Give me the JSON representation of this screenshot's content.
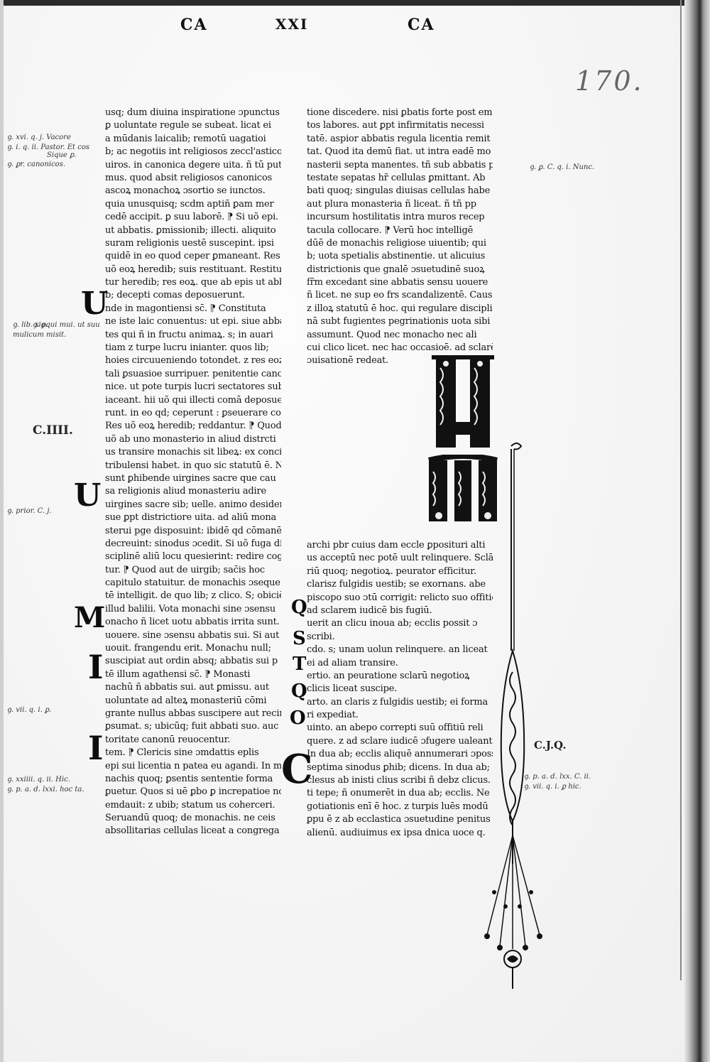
{
  "header": {
    "left": "CA",
    "center": "XXI",
    "right": "CA"
  },
  "folio_number": "170.",
  "section_markers": {
    "c_iiii": "C.IIII.",
    "c_j": "C.J.Q."
  },
  "left_column_lines": [
    "usq; dum diuina inspiratione ɔpunctus",
    "ꝑ uoluntate regule se subeat. licat ei",
    "a mūdanis laicalib; remotū uagatioi",
    "b; ac negotiis int religiosos zeccl'asticos",
    "uiros. in canonica degere uita. ñ tū puta",
    "mus. quod absit religiosos canonicos",
    "ascoꝝ monachoꝝ ɔsortio se iunctos.",
    "quia unusquisq; scdm aptiñ ꝑam mer",
    "cedē accipit. ꝑ suu laborē. ⁋ Si uõ epi.",
    "ut abbatis. ꝑmissionib; illecti. aliquito",
    "suram religionis uestē suscepint. ipsi",
    "quidē in eo quod ceper ꝑmaneant. Res",
    "uõ eoꝝ heredib; suis restituant. Restitua",
    "tur heredib; res eoꝝ. que ab epis ut abbati",
    "b; decepti comas deposuerunt.",
    "nde in magontiensi sc̄. ⁋ Constituta",
    "ne iste laic conuentus: ut epi. siue abba",
    "tes qui ñ in fructu animaꝝ. s; in auari",
    "tiam z turpe lucru inianter. quos lib;",
    "hoies circuueniendo totondet. z res eoꝝ",
    "tali ꝑsuasioe surripuer. penitentie cano",
    "nice. ut pote turpis lucri sectatores sub",
    "iaceant. hii uõ qui illecti comā deposue",
    "runt. in eo qd; ceperunt : ꝑseuerare cogāt.",
    "Res uõ eoꝝ heredib; reddantur. ⁋ Quod",
    "uõ ab uno monasterio in aliud distrcti",
    "us transire monachis sit libeꝝ: ex concilio",
    "tribulensi habet. in quo sic statutū ē. Nõ",
    "sunt ꝑhibende uirgines sacre que cau",
    "sa religionis aliud monasteriu adire",
    "uirgines sacre sib; uelle. animo desiderant.",
    "sue ꝑpt districtiore uita. ad aliū mona",
    "sterui pge disposuint: ibidē qd cōmanē",
    "decreuint: sinodus ɔcedit. Si uõ fuga di",
    "sciplinē aliū locu quesierint: redire cogā",
    "tur. ⁋ Quod aut de uirgib; sac̄is hoc",
    "capitulo statuitur. de monachis ɔseque",
    "tē intelligit. de quo lib; z clico. S; obiciē",
    "illud balilii. Vota monachi sine ɔsensu",
    "onacho ñ licet uotu abbatis irrita sunt.",
    "uouere. sine ɔsensu abbatis sui. Si aut",
    "uouit. frangendu erit. Monachu null;",
    "suscipiat aut ordin absq; abbatis sui p",
    "tē illum agathensi sc̄. ⁋ Monasti",
    "nachū ñ abbatis sui. aut ꝑmissu. aut",
    "uoluntate ad alteꝝ monasteriū cōmi",
    "grante nullus abbas suscipere aut recinē",
    "ꝑsumat. s; ubicūq; fuit abbati suo. auc",
    "toritate canonū reuocentur.",
    "tem. ⁋ Clericis sine ɔmdattis eplis",
    "epi sui licentia n patea eu agandi. In mo",
    "nachis quoq; ꝑsentis sententie forma",
    "ꝑuetur. Quos si uē ꝑbo ꝑ increpatioe non",
    "emdauit: z ubib; statum us coherceri.",
    "Seruandū quoq; de monachis. ne ceis",
    "absollitarias cellulas liceat a congrega"
  ],
  "right_column_lines": [
    "tione discedere. nisi ꝑbatis forte post emeri",
    "tos labores. aut ꝑpt infirmitatis necessi",
    "tatē. aspior abbatis regula licentia remit",
    "tat. Quod ita demū fiat. ut intra eadē mo",
    "nasterii septa manentes. tñ sub abbatis po",
    "testate sepatas hr̃ cellulas ꝑmittant. Ab",
    "bati quoq; singulas diuisas cellulas habe",
    "aut plura monasteria ñ liceat. ñ tñ pp",
    "incursum hostilitatis intra muros recep",
    "tacula collocare. ⁋ Verū hoc intelligē",
    "dūē de monachis religiose uiuentib; qui",
    "b; uota spetialis abstinentie. ut alicuius",
    "districtionis que gnalē ɔsuetudinē suoꝝ",
    "fr̃m excedant sine abbatis sensu uouere",
    "ñ licet. ne sup eo frs scandalizentē. Causas",
    "z illoꝝ statutū ē hoc. qui regulare discipli",
    "nā subt fugientes pegrinationis uota sibi",
    "assumunt. Quod nec monacho nec ali",
    "cui clico licet. nec hac occasioē. ad sclarē",
    "ɔuisationē redeat."
  ],
  "right_column_lines_2": [
    "archi pbr cuius dam eccle ꝑposituri alti",
    "us acceptū nec potē uult relinquere. Sclā",
    "riū quoq; negotioꝝ. peurator efficitur.",
    "clarisz fulgidis uestib; se exornans. abe",
    "piscopo suo ɔtū corrigit: relicto suo offitio.",
    "ad sclarem iudicē bis fugiū.",
    "uerit an clicu inoua ab; ecclis possit ɔ",
    "scribi.",
    "cdo. s; unam uolun relinquere. an liceat",
    "ei ad aliam transire.",
    "ertio. an peuratione sclarū negotioꝝ",
    "clicis liceat suscipe.",
    "arto. an claris z fulgidis uestib; ei forma",
    "ri expediat.",
    "uinto. an abepo correpti suū offitiū reli",
    "quere. z ad sclare iudicē ɔfugere ualeant.",
    "In dua ab; ecclis aliquē annumerari ɔposse.",
    "septima sinodus ꝑhib; dicens. In dua ab; ec",
    "clesus ab inisti clius scribi ñ debz clicus.",
    "ti tepe; ñ onumerēt in dua ab; ecclis. Ne",
    "gotiationis enī ē hoc. z turpis luēs modū",
    "ꝑpu ē z ab ecclastica ɔsuetudine penitus",
    "alienū. audiuimus ex ipsa dnica uoce q."
  ],
  "initials": {
    "u1": "U",
    "u2": "U",
    "m": "M",
    "i1": "I",
    "i2": "I",
    "q": "Q",
    "s": "S",
    "t": "T",
    "q2": "Q",
    "o": "O",
    "c": "C"
  },
  "glosses": {
    "g1": "ꝯ. xvi. q. j. Vacore",
    "g2": "ꝯ. i. q. ii. Pastor. Et cos",
    "g3": "Sique  ꝑ.",
    "g4": "ꝯ. ꝑr. canonicos.",
    "g5": "ꝯ. lib. sio.",
    "g6": "ꝯ. ꝑqui mui. ut suu",
    "g7": "mulicum misit.",
    "g8": "ꝯ. prior. C. j.",
    "g9": "ꝯ. vii. q. i. ꝑ.",
    "g10": "ꝯ. xxiiii. q. ii. Hic.",
    "g11": "ꝯ. p. a. d. lxxi. hoc ta.",
    "g12": "ꝯ. ꝑ. C. q. i. Nunc.",
    "g13": "ꝯ. p. a. d. lxx. C. ii.",
    "g14": "ꝯ. vii. q. i. ꝑ hic."
  }
}
